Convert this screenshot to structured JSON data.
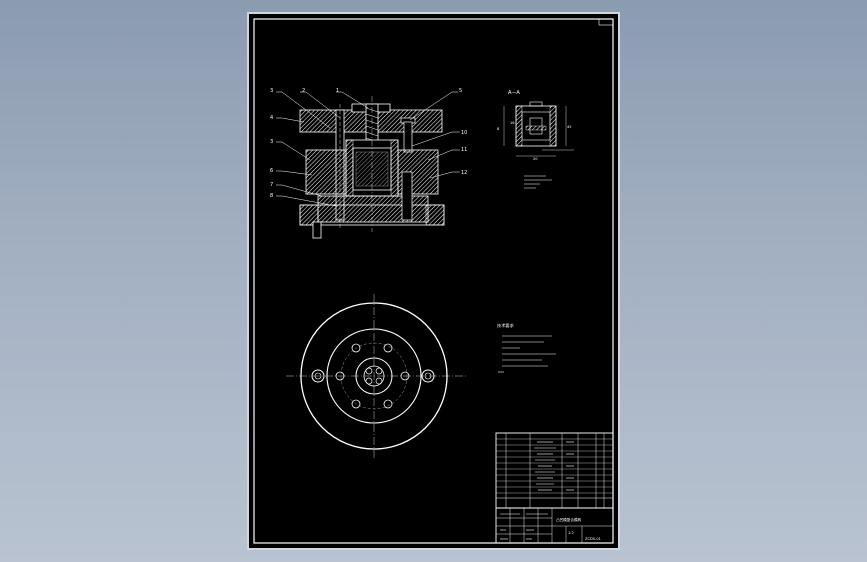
{
  "drawing": {
    "colors": {
      "background_top": "#8b9bb0",
      "background_bottom": "#b9c3d1",
      "sheet": "#000000",
      "lines": "#ffffff"
    },
    "part_labels": [
      "3",
      "2",
      "1",
      "5",
      "4",
      "10",
      "3",
      "11",
      "6",
      "12",
      "7",
      "8"
    ],
    "detail_title": "A—A",
    "detail_dims": [
      "8",
      "45",
      "20",
      "16"
    ],
    "notes_heading": "技术要求",
    "title_block": {
      "scale_label": "1:2",
      "drawing_title": "凸凹模复合模具",
      "drawing_no": "ZCDS-01"
    }
  }
}
